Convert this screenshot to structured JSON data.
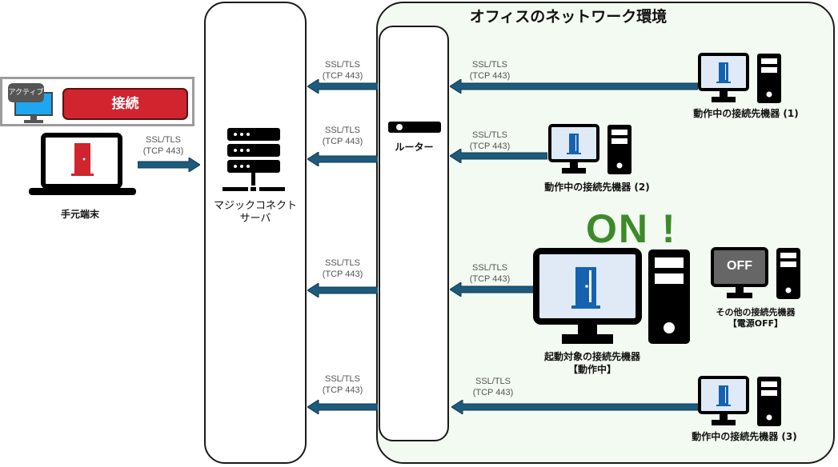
{
  "office": {
    "title": "オフィスのネットワーク環境",
    "background": "#f3faf1"
  },
  "client": {
    "active_badge": "アクティブ",
    "connect_button": "接続",
    "button_color": "#d0242f",
    "device_label": "手元端末"
  },
  "server": {
    "label_line1": "マジックコネクト",
    "label_line2": "サーバ"
  },
  "router": {
    "label": "ルーター"
  },
  "protocol": {
    "line1": "SSL/TLS",
    "line2": "(TCP 443)"
  },
  "arrow_color": "#1d5a7c",
  "devices": [
    {
      "label": "動作中の接続先機器 (1)",
      "state": "running"
    },
    {
      "label": "動作中の接続先機器 (2)",
      "state": "running"
    },
    {
      "label_line1": "起動対象の接続先機器",
      "label_line2": "【動作中】",
      "state": "running",
      "highlight": "ON !"
    },
    {
      "label_line1": "その他の接続先機器",
      "label_line2": "【電源OFF】",
      "state": "off",
      "screen_text": "OFF"
    },
    {
      "label": "動作中の接続先機器 (3)",
      "state": "running"
    }
  ]
}
